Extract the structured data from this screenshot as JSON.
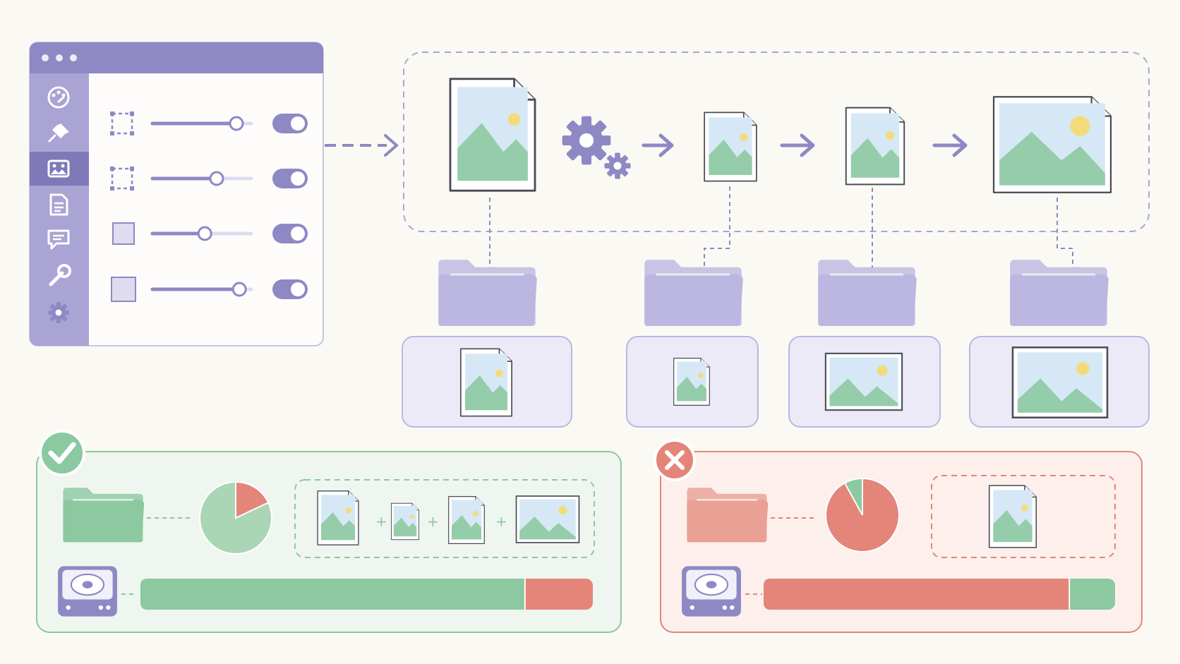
{
  "colors": {
    "background": "#fbf9f4",
    "accent_purple": "#8e88c4",
    "folder_purple": "#bbb7e0",
    "sky_blue": "#d6e8f6",
    "mountain_green": "#95cca9",
    "sun_yellow": "#f3db7c",
    "success_green": "#8cc8a0",
    "error_red": "#e4857a"
  },
  "settings_panel": {
    "sidebar_icons": [
      "dashboard-icon",
      "pin-icon",
      "media-icon",
      "document-icon",
      "comment-icon",
      "wrench-icon",
      "gear-icon"
    ],
    "active_sidebar_item": "media-icon",
    "rows": [
      {
        "icon": "crop-icon",
        "slider_value": 0.85,
        "toggle_on": true
      },
      {
        "icon": "crop-icon",
        "slider_value": 0.65,
        "toggle_on": true
      },
      {
        "icon": "square-icon",
        "slider_value": 0.53,
        "toggle_on": true
      },
      {
        "icon": "square-icon",
        "slider_value": 0.88,
        "toggle_on": true
      }
    ]
  },
  "pipeline": {
    "stages": [
      "original-image",
      "processing-gears",
      "small-image",
      "medium-image",
      "large-image"
    ],
    "output_folders": 4
  },
  "success_panel": {
    "status_icon": "check-icon",
    "pie_used_fraction": 0.18,
    "files": [
      "medium-image",
      "small-image",
      "medium-image",
      "large-image"
    ],
    "storage_used_fraction": 0.85
  },
  "failure_panel": {
    "status_icon": "x-icon",
    "pie_used_fraction": 0.92,
    "files": [
      "medium-image"
    ],
    "storage_used_fraction": 0.87
  }
}
